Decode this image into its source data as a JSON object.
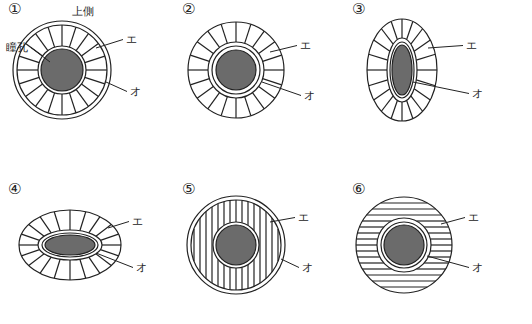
{
  "diagram": {
    "labels": [
      "①",
      "上側",
      "瞳孔",
      "エ",
      "オ",
      "②",
      "エ",
      "オ",
      "③",
      "エ",
      "オ",
      "④",
      "エ",
      "オ",
      "⑤",
      "エ",
      "オ",
      "⑥",
      "エ",
      "オ"
    ]
  }
}
